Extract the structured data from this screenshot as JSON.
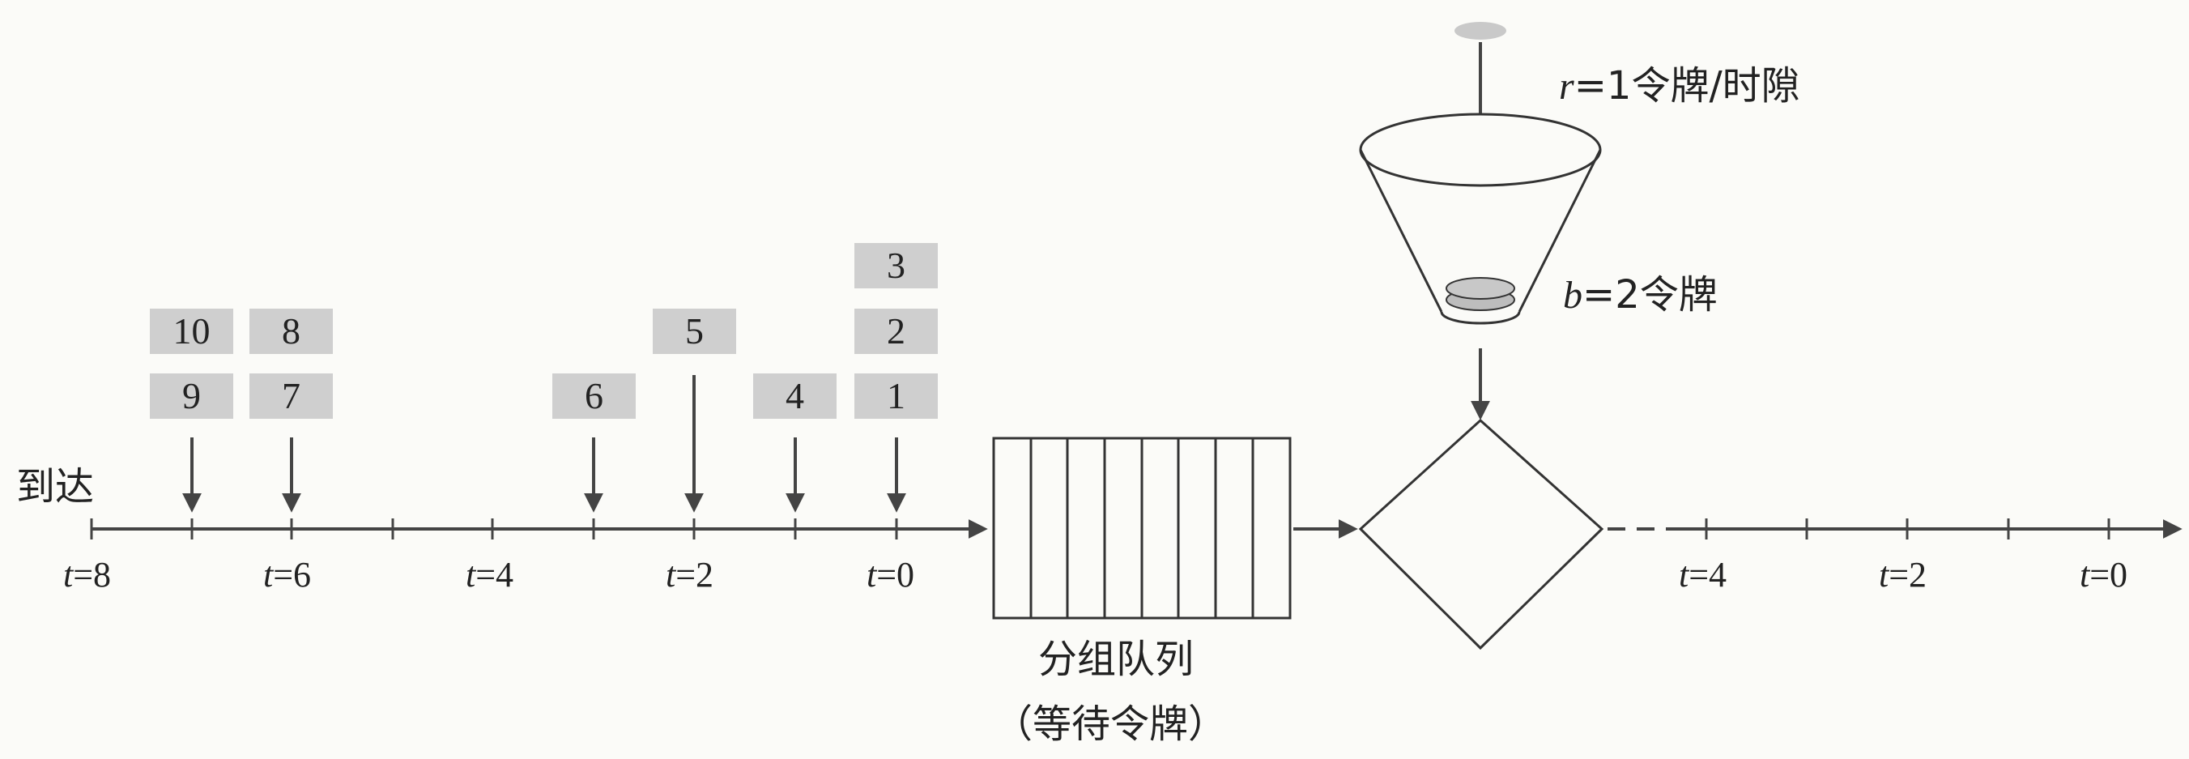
{
  "arrivals_label": "到达",
  "left_timeline": {
    "ticks": [
      {
        "var": "t",
        "eq": "=8"
      },
      {
        "var": "t",
        "eq": "=6"
      },
      {
        "var": "t",
        "eq": "=4"
      },
      {
        "var": "t",
        "eq": "=2"
      },
      {
        "var": "t",
        "eq": "=0"
      }
    ]
  },
  "right_timeline": {
    "ticks": [
      {
        "var": "t",
        "eq": "=4"
      },
      {
        "var": "t",
        "eq": "=2"
      },
      {
        "var": "t",
        "eq": "=0"
      }
    ]
  },
  "packets": [
    "10",
    "9",
    "8",
    "7",
    "6",
    "5",
    "4",
    "3",
    "2",
    "1"
  ],
  "queue": {
    "label": "分组队列",
    "sublabel": "（等待令牌）"
  },
  "bucket": {
    "rate_var": "r",
    "rate_text": "=1令牌/时隙",
    "size_var": "b",
    "size_text": "=2令牌"
  },
  "colors": {
    "packet_fill": "#cfcfcf",
    "line": "#444444"
  }
}
